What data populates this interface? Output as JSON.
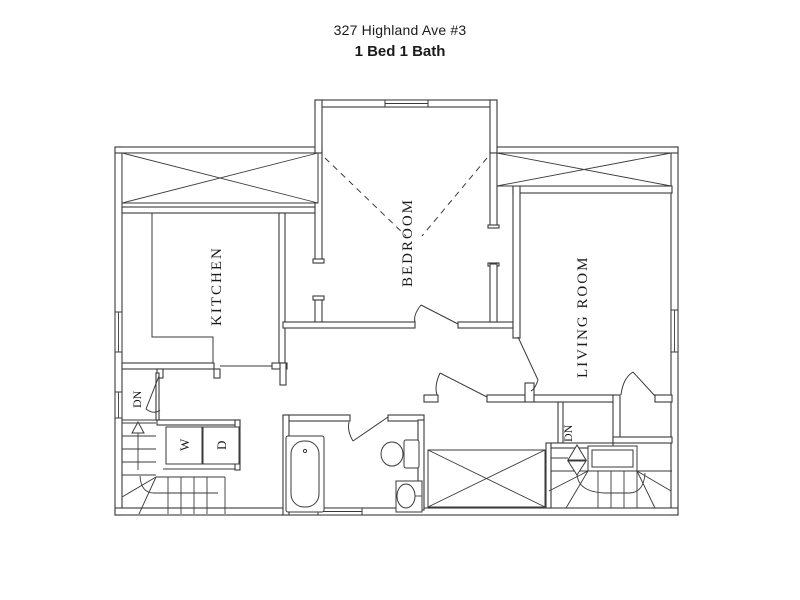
{
  "title": "327 Highland Ave #3",
  "subtitle": "1 Bed 1 Bath",
  "rooms": {
    "kitchen": "KITCHEN",
    "bedroom": "BEDROOM",
    "living_room": "LIVING ROOM"
  },
  "appliances": {
    "washer": "W",
    "dryer": "D"
  },
  "stairs": {
    "left_down": "DN",
    "right_down": "DN"
  },
  "colors": {
    "line": "#3a3a3a",
    "background": "#ffffff",
    "text": "#1a1a1a"
  }
}
